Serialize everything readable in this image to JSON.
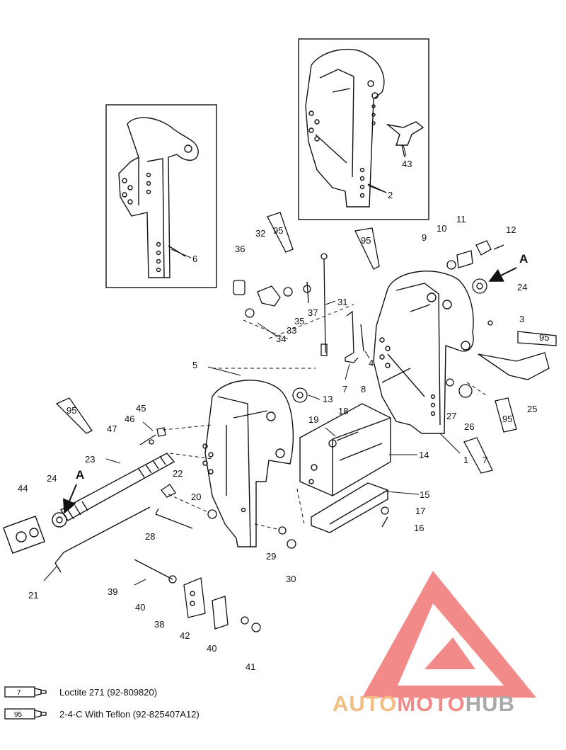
{
  "figure": {
    "callouts": [
      {
        "id": "c1",
        "text": "1"
      },
      {
        "id": "c2",
        "text": "2"
      },
      {
        "id": "c3",
        "text": "3"
      },
      {
        "id": "c4",
        "text": "4"
      },
      {
        "id": "c5",
        "text": "5"
      },
      {
        "id": "c6",
        "text": "6"
      },
      {
        "id": "c7",
        "text": "7"
      },
      {
        "id": "c8",
        "text": "8"
      },
      {
        "id": "c9",
        "text": "9"
      },
      {
        "id": "c10",
        "text": "10"
      },
      {
        "id": "c11",
        "text": "11"
      },
      {
        "id": "c12",
        "text": "12"
      },
      {
        "id": "c13",
        "text": "13"
      },
      {
        "id": "c14",
        "text": "14"
      },
      {
        "id": "c15",
        "text": "15"
      },
      {
        "id": "c16",
        "text": "16"
      },
      {
        "id": "c17",
        "text": "17"
      },
      {
        "id": "c18",
        "text": "18"
      },
      {
        "id": "c19",
        "text": "19"
      },
      {
        "id": "c20",
        "text": "20"
      },
      {
        "id": "c21",
        "text": "21"
      },
      {
        "id": "c22",
        "text": "22"
      },
      {
        "id": "c23",
        "text": "23"
      },
      {
        "id": "c24a",
        "text": "24"
      },
      {
        "id": "c24b",
        "text": "24"
      },
      {
        "id": "c25",
        "text": "25"
      },
      {
        "id": "c26",
        "text": "26"
      },
      {
        "id": "c27",
        "text": "27"
      },
      {
        "id": "c28",
        "text": "28"
      },
      {
        "id": "c29",
        "text": "29"
      },
      {
        "id": "c30",
        "text": "30"
      },
      {
        "id": "c31",
        "text": "31"
      },
      {
        "id": "c32",
        "text": "32"
      },
      {
        "id": "c33",
        "text": "33"
      },
      {
        "id": "c34",
        "text": "34"
      },
      {
        "id": "c35",
        "text": "35"
      },
      {
        "id": "c36",
        "text": "36"
      },
      {
        "id": "c37",
        "text": "37"
      },
      {
        "id": "c38",
        "text": "38"
      },
      {
        "id": "c39",
        "text": "39"
      },
      {
        "id": "c40a",
        "text": "40"
      },
      {
        "id": "c40b",
        "text": "40"
      },
      {
        "id": "c41",
        "text": "41"
      },
      {
        "id": "c42",
        "text": "42"
      },
      {
        "id": "c43",
        "text": "43"
      },
      {
        "id": "c44",
        "text": "44"
      },
      {
        "id": "c45",
        "text": "45"
      },
      {
        "id": "c46",
        "text": "46"
      },
      {
        "id": "c47",
        "text": "47"
      },
      {
        "id": "cA1",
        "text": "A"
      },
      {
        "id": "cA2",
        "text": "A"
      }
    ],
    "tube_labels": {
      "loctite": "7",
      "teflon": "95"
    }
  },
  "legend": [
    {
      "code": "7",
      "text": "Loctite 271 (92-809820)"
    },
    {
      "code": "95",
      "text": "2-4-C  With Teflon (92-825407A12)"
    }
  ],
  "watermark": {
    "part1": "AUTO",
    "part2": "MOTO",
    "part3": "HUB",
    "colors": {
      "part1": "#f2bd82",
      "part2": "#f08a86",
      "part3": "#a9a9a9",
      "triangle": "#f06464"
    }
  }
}
